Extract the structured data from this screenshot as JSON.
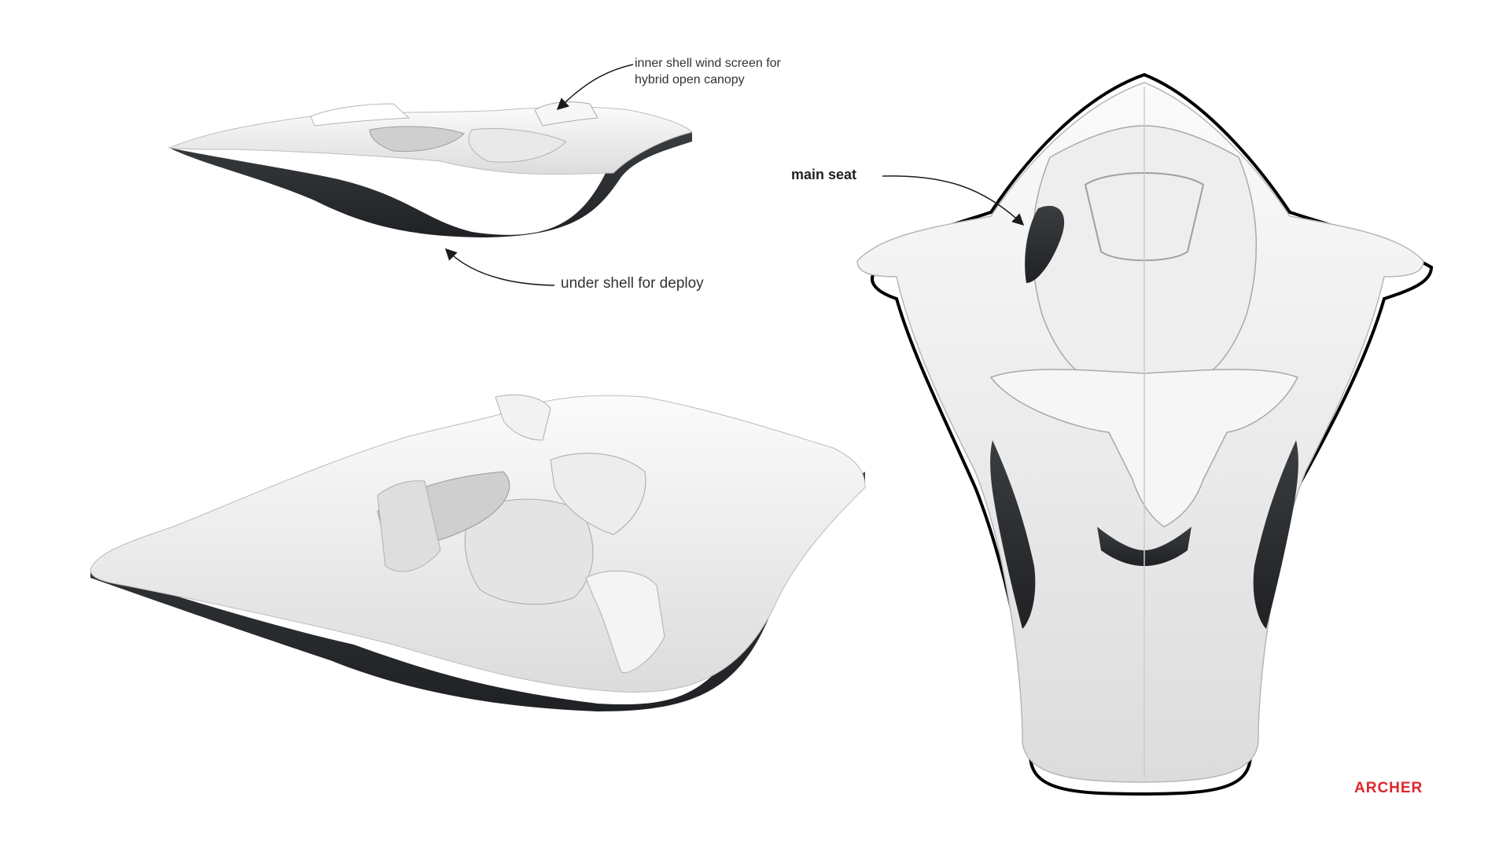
{
  "annotations": {
    "canopy_line1": "inner shell wind screen for",
    "canopy_line2": "hybrid open canopy",
    "under_shell": "under shell for deploy",
    "main_seat": "main seat"
  },
  "brand": {
    "name": "ARCHER",
    "color": "#e0262a"
  },
  "colors": {
    "shell_dark": "#26292c",
    "shell_light": "#f3f3f3",
    "shell_mid": "#d9d9d9",
    "outline": "#000000"
  }
}
